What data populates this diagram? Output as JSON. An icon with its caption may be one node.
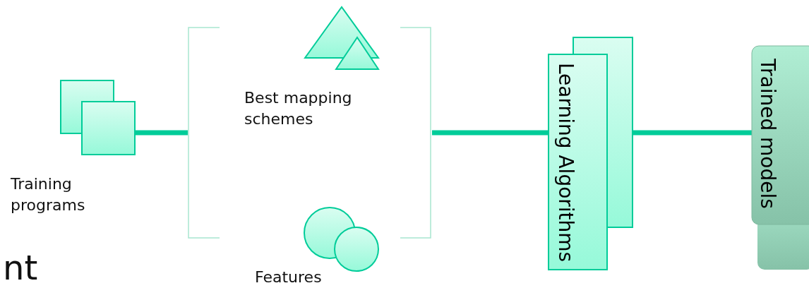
{
  "diagram": {
    "nodes": [
      {
        "text": [],
        "shape": "box",
        "beside": [
          "Training programs"
        ]
      },
      {
        "text": [],
        "shape": "bracket"
      },
      {
        "text": [],
        "shape": "triangle"
      },
      {
        "text": [],
        "shape": "circle",
        "beside": [
          "Features"
        ]
      },
      {
        "text": [
          "Learning Algorithms"
        ]
      },
      {
        "text": [
          "Trained models"
        ]
      }
    ],
    "edges": [
      {
        "from": 0,
        "to": 1,
        "arrow": "none"
      },
      {
        "from": 1,
        "to": 4,
        "arrow": "none"
      },
      {
        "from": 4,
        "to": 5,
        "arrow": "none"
      }
    ],
    "labels": [
      "Best mapping schemes",
      "nt"
    ]
  }
}
